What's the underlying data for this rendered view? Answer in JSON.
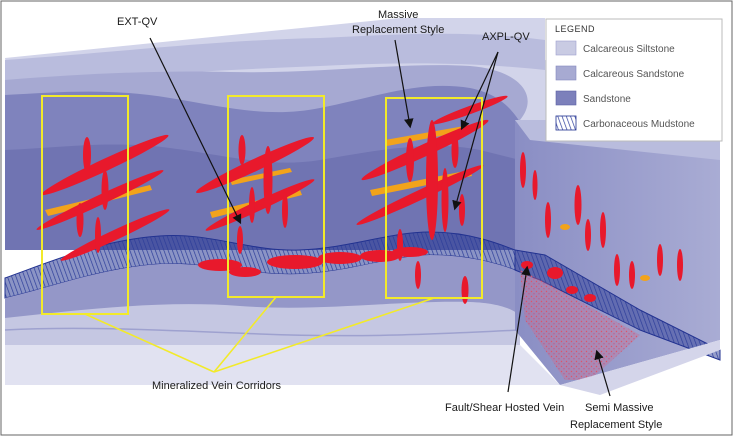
{
  "callouts": {
    "ext_qv": "EXT-QV",
    "massive_line1": "Massive",
    "massive_line2": "Replacement Style",
    "axpl_qv": "AXPL-QV",
    "corridors": "Mineralized Vein Corridors",
    "fault_vein": "Fault/Shear Hosted Vein",
    "semi_line1": "Semi Massive",
    "semi_line2": "Replacement Style"
  },
  "legend": {
    "title": "LEGEND",
    "items": [
      {
        "label": "Calcareous Siltstone",
        "color": "#c9cbe3"
      },
      {
        "label": "Calcareous Sandstone",
        "color": "#a7aad2"
      },
      {
        "label": "Sandstone",
        "color": "#7c80bb"
      },
      {
        "label": "Carbonaceous Mudstone",
        "color": "#1f2f8f"
      }
    ]
  },
  "colors": {
    "vein_red": "#e8192c",
    "vein_orange": "#f2a31b",
    "corridor_box": "#f2ea2a",
    "mudstone": "#1f2f8f",
    "siltstone": "#c9cbe3",
    "sandstone": "#7c80bb"
  }
}
